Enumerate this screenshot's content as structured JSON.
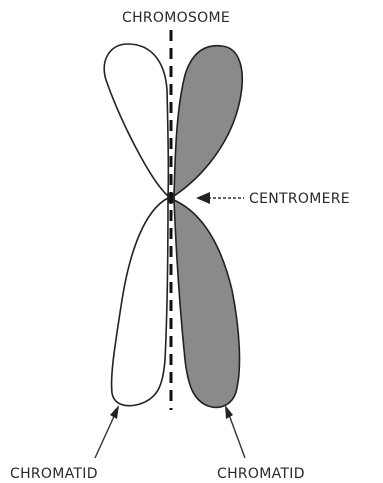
{
  "diagram": {
    "title": "CHROMOSOME",
    "labels": {
      "centromere": "CENTROMERE",
      "chromatid_left": "CHROMATID",
      "chromatid_right": "CHROMATID"
    },
    "colors": {
      "outline": "#222222",
      "left_chromatid_fill": "#ffffff",
      "right_chromatid_fill": "#8a8a8a",
      "axis": "#111111",
      "text": "#2a2a2a"
    }
  }
}
